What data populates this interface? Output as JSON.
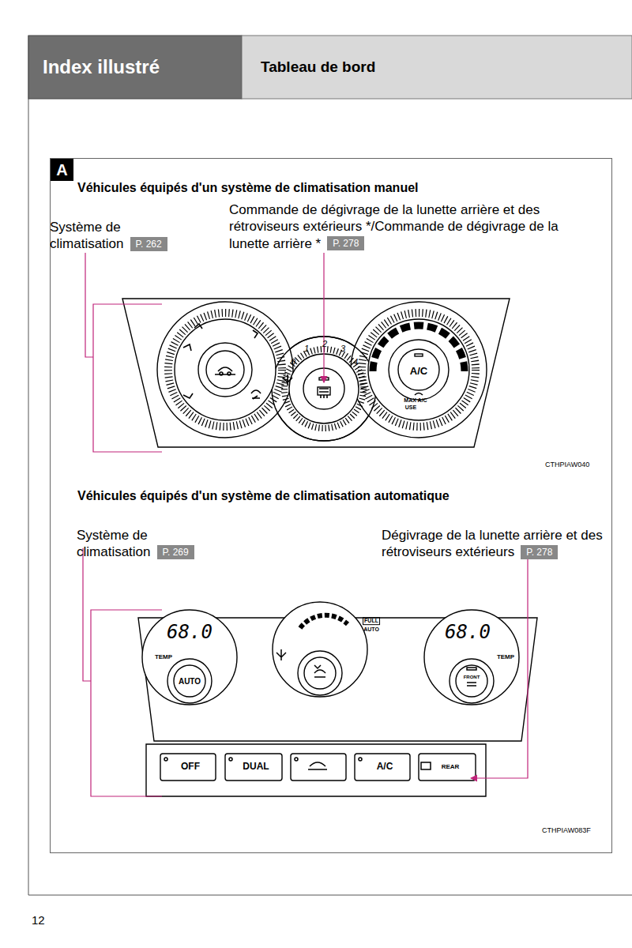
{
  "diagram": {
    "title": "Index illustré",
    "nodes": [
      {
        "text": [
          "Index illustré"
        ]
      },
      {
        "text": [
          "Tableau de bord"
        ]
      },
      {
        "text": [
          "Véhicules équipés d'un système de climatisation manuel",
          "Véhicules équipés d'un système de climatisation automatique"
        ]
      },
      {
        "text": [
          "A"
        ],
        "in": 2
      },
      {
        "text": [
          "P. 262"
        ],
        "in": 2
      },
      {
        "text": [
          "P. 278"
        ],
        "in": 2
      },
      {
        "text": [
          "P. 269"
        ],
        "in": 2
      },
      {
        "text": [
          "P. 278"
        ],
        "in": 2
      }
    ],
    "labels": [
      "Système de climatisation",
      "Commande de dégivrage de la lunette arrière et des rétroviseurs extérieurs */Commande de dégivrage de la lunette arrière *",
      "0",
      "1",
      "2",
      "3",
      "4",
      "A/C",
      "MAX A/C",
      "USE",
      "CTHPIAW040",
      "Système de climatisation",
      "Dégivrage de la lunette arrière et des rétroviseurs extérieurs",
      "68.0",
      "TEMP",
      "AUTO",
      "FULL",
      "AUTO",
      "68.0",
      "TEMP",
      "FRONT",
      "OFF",
      "DUAL",
      "A/C",
      "REAR",
      "CTHPIAW083F",
      "12"
    ]
  }
}
